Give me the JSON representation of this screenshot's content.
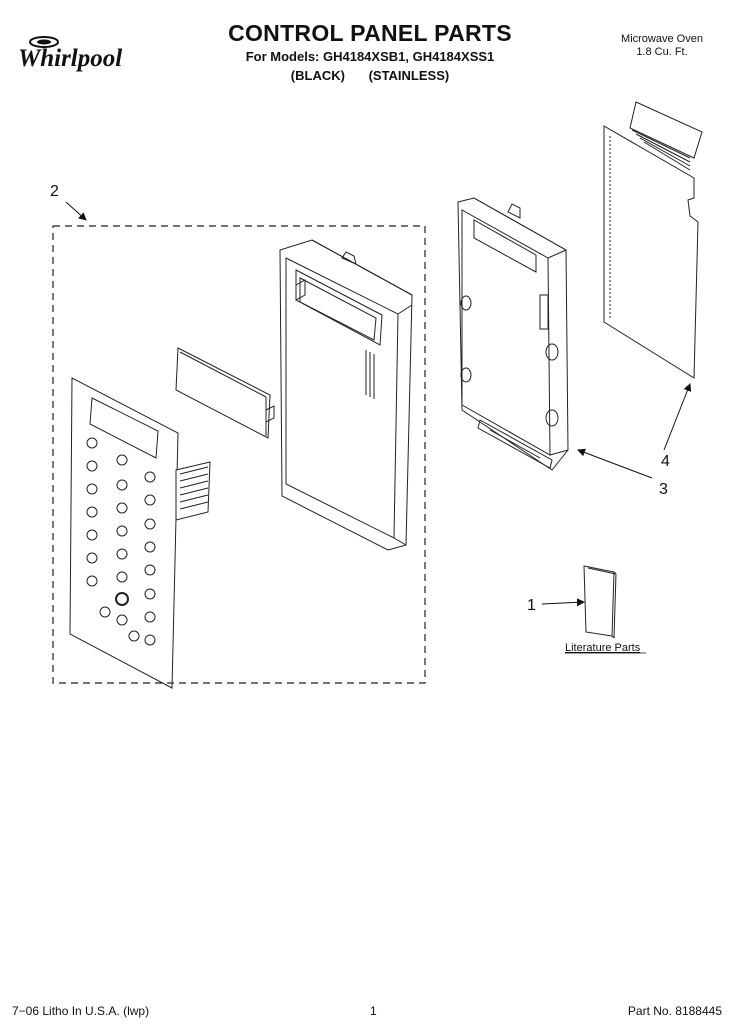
{
  "brand": {
    "name": "Whirlpool",
    "logo_icon": "whirlpool-swirl-icon"
  },
  "header": {
    "title": "CONTROL PANEL PARTS",
    "models_line": "For Models: GH4184XSB1, GH4184XSS1",
    "variants": [
      "(BLACK)",
      "(STAINLESS)"
    ],
    "product_line1": "Microwave Oven",
    "product_line2": "1.8 Cu. Ft."
  },
  "callouts": [
    "1",
    "2",
    "3",
    "4"
  ],
  "literature_label": "Literature Parts",
  "footer": {
    "left": "7−06 Litho In U.S.A. (lwp)",
    "page": "1",
    "part_no": "Part No. 8188445"
  }
}
